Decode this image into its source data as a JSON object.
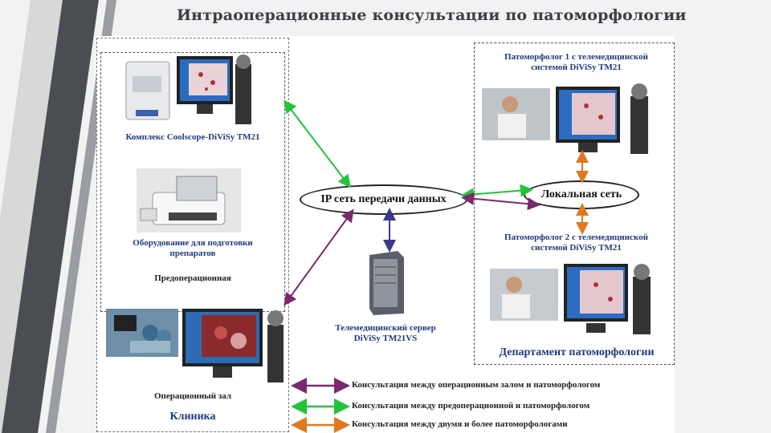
{
  "title": "Интраоперационные консультации по патоморфологии",
  "left_panel": {
    "complex_label": "Комплекс Coolscope-DiViSy TM21",
    "equipment_label": "Оборудование для подготовки препаратов",
    "preop_label": "Предоперационная",
    "or_label": "Операционный зал",
    "clinic_label": "Клиника"
  },
  "network": {
    "ip_label": "IP сеть передачи данных",
    "local_label": "Локальная сеть",
    "server_label": "Телемедицинский сервер DiViSy TM21VS"
  },
  "right_panel": {
    "pathologist1_label": "Патоморфолог 1 с телемедицинской системой DiViSy TM21",
    "pathologist2_label": "Патоморфолог 2 с телемедицинской системой DiViSy TM21",
    "department_label": "Департамент патоморфологии"
  },
  "legend": [
    {
      "text": "Консультация между операционным залом и патоморфологом",
      "color": "#7a2a6b"
    },
    {
      "text": "Консультация между предоперационной и патоморфологом",
      "color": "#22c33a"
    },
    {
      "text": "Консультация между двумя и более патоморфологами",
      "color": "#e0791f"
    }
  ],
  "colors": {
    "or_arrow": "#7a2a6b",
    "preop_arrow": "#22c33a",
    "path_arrow": "#e0791f",
    "server_arrow": "#3a3a8c"
  }
}
